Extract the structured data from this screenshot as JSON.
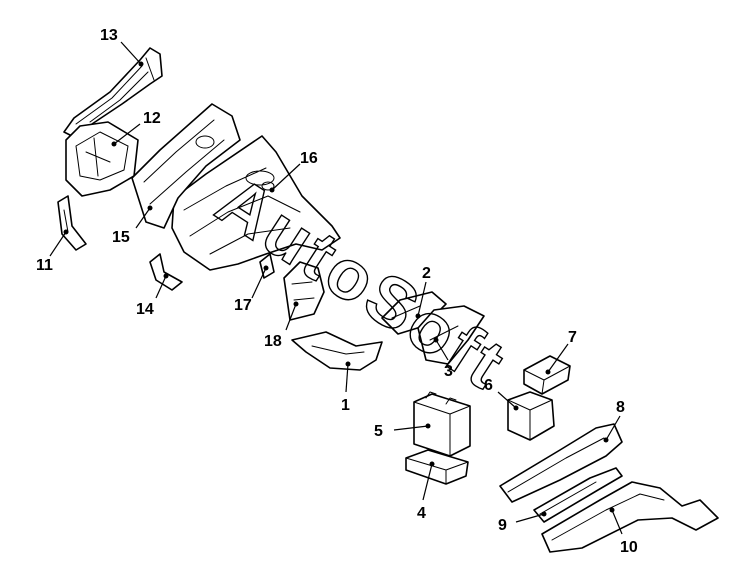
{
  "watermark": {
    "text": "AutoSoft"
  },
  "callouts": [
    {
      "id": "c13",
      "label": "13"
    },
    {
      "id": "c12",
      "label": "12"
    },
    {
      "id": "c16",
      "label": "16"
    },
    {
      "id": "c15",
      "label": "15"
    },
    {
      "id": "c11",
      "label": "11"
    },
    {
      "id": "c14",
      "label": "14"
    },
    {
      "id": "c17",
      "label": "17"
    },
    {
      "id": "c18",
      "label": "18"
    },
    {
      "id": "c2",
      "label": "2"
    },
    {
      "id": "c3",
      "label": "3"
    },
    {
      "id": "c1",
      "label": "1"
    },
    {
      "id": "c7",
      "label": "7"
    },
    {
      "id": "c6",
      "label": "6"
    },
    {
      "id": "c5",
      "label": "5"
    },
    {
      "id": "c4",
      "label": "4"
    },
    {
      "id": "c8",
      "label": "8"
    },
    {
      "id": "c9",
      "label": "9"
    },
    {
      "id": "c10",
      "label": "10"
    }
  ],
  "colors": {
    "line": "#000000",
    "background": "#ffffff"
  }
}
